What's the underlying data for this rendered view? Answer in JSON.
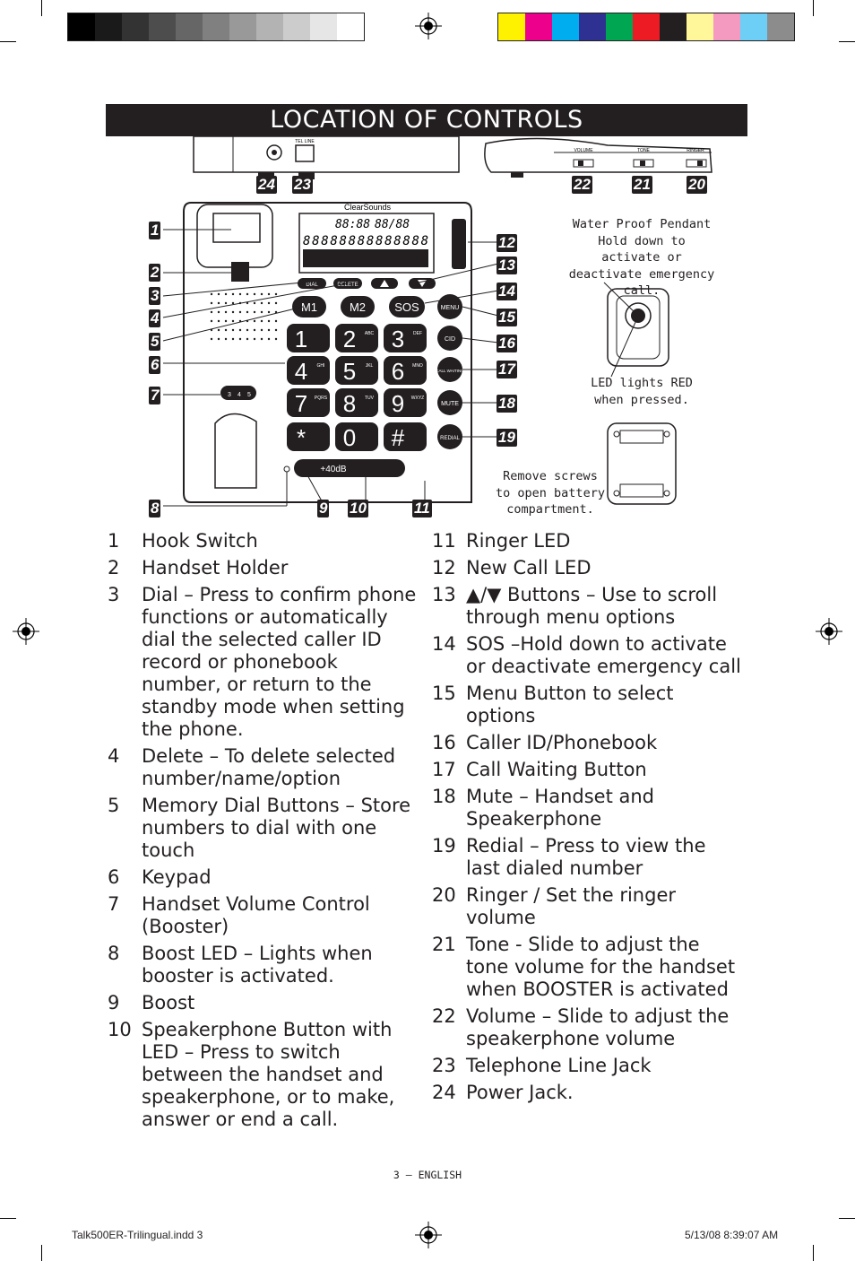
{
  "header": {
    "title": "LOCATION OF CONTROLS"
  },
  "figure": {
    "pendant_note": "Water Proof Pendant Hold down to activate or deactivate emergency call.",
    "led_note": "LED lights RED when pressed.",
    "battery_note": "Remove screws to open battery compartment.",
    "callouts": [
      "1",
      "2",
      "3",
      "4",
      "5",
      "6",
      "7",
      "8",
      "9",
      "10",
      "11",
      "12",
      "13",
      "14",
      "15",
      "16",
      "17",
      "18",
      "19",
      "20",
      "21",
      "22",
      "23",
      "24"
    ],
    "phone_text": {
      "brand": "ClearSounds",
      "dial": "DIAL",
      "delete": "DELETE",
      "m1": "M1",
      "m2": "M2",
      "sos": "SOS",
      "menu": "MENU",
      "cid": "CID",
      "call_waiting": "CALL WAITING",
      "mute": "MUTE",
      "redial": "REDIAL",
      "boost": "+40dB",
      "display_digits": "88888888888888",
      "display_time": "88:88",
      "display_date": "88/88",
      "keys": [
        "1",
        "2",
        "3",
        "4",
        "5",
        "6",
        "7",
        "8",
        "9",
        "*",
        "0",
        "#"
      ],
      "key_letters": [
        "",
        "ABC",
        "DEF",
        "GHI",
        "JKL",
        "MNO",
        "PQRS",
        "TUV",
        "WXYZ",
        "",
        "",
        ""
      ],
      "back_labels": [
        "VOLUME",
        "TONE",
        "RINGER",
        "TEL LINE"
      ],
      "volume_ticks": [
        "3",
        "4",
        "5"
      ]
    }
  },
  "controls_left": [
    {
      "n": "1",
      "text": "Hook Switch"
    },
    {
      "n": "2",
      "text": "Handset Holder"
    },
    {
      "n": "3",
      "text": "Dial – Press to confirm phone functions or automatically dial the selected caller ID record or phonebook number, or return to the standby mode when setting the phone."
    },
    {
      "n": "4",
      "text": "Delete – To delete selected number/name/option"
    },
    {
      "n": "5",
      "text": "Memory Dial Buttons – Store numbers to dial with one touch"
    },
    {
      "n": "6",
      "text": "Keypad"
    },
    {
      "n": "7",
      "text": "Handset Volume Control (Booster)"
    },
    {
      "n": "8",
      "text": "Boost LED – Lights when booster is activated."
    },
    {
      "n": "9",
      "text": "Boost"
    },
    {
      "n": "10",
      "text": "Speakerphone Button with LED – Press to switch between the handset and speakerphone, or to make, answer or end a call."
    }
  ],
  "controls_right": [
    {
      "n": "11",
      "text": "Ringer LED"
    },
    {
      "n": "12",
      "text": "New Call LED"
    },
    {
      "n": "13",
      "text": "▲/▼ Buttons – Use to scroll through menu options"
    },
    {
      "n": "14",
      "text": "SOS –Hold down to activate or deactivate emergency call"
    },
    {
      "n": "15",
      "text": "Menu Button to select options"
    },
    {
      "n": "16",
      "text": "Caller ID/Phonebook"
    },
    {
      "n": "17",
      "text": "Call Waiting Button"
    },
    {
      "n": "18",
      "text": "Mute – Handset and Speakerphone"
    },
    {
      "n": "19",
      "text": "Redial – Press to view the last dialed number"
    },
    {
      "n": "20",
      "text": "Ringer / Set the ringer volume"
    },
    {
      "n": "21",
      "text": "Tone  - Slide to adjust the tone volume for the handset when BOOSTER is activated"
    },
    {
      "n": "22",
      "text": "Volume – Slide to adjust the speakerphone volume"
    },
    {
      "n": "23",
      "text": "Telephone Line Jack"
    },
    {
      "n": "24",
      "text": "Power Jack."
    }
  ],
  "footer": {
    "page": "3 – ENGLISH"
  },
  "slug": {
    "file": "Talk500ER-Trilingual.indd   3",
    "date": "5/13/08   8:39:07 AM"
  },
  "colors": {
    "grayscale_bar": [
      "#000000",
      "#1a1a1a",
      "#333333",
      "#4d4d4d",
      "#666666",
      "#808080",
      "#999999",
      "#b3b3b3",
      "#cccccc",
      "#e6e6e6",
      "#ffffff"
    ],
    "color_bar": [
      "#fff200",
      "#ec008c",
      "#00aeef",
      "#2e3192",
      "#00a651",
      "#ed1c24",
      "#231f20",
      "#fff799",
      "#f49ac1",
      "#6dcff6",
      "#8c8c8c"
    ]
  }
}
